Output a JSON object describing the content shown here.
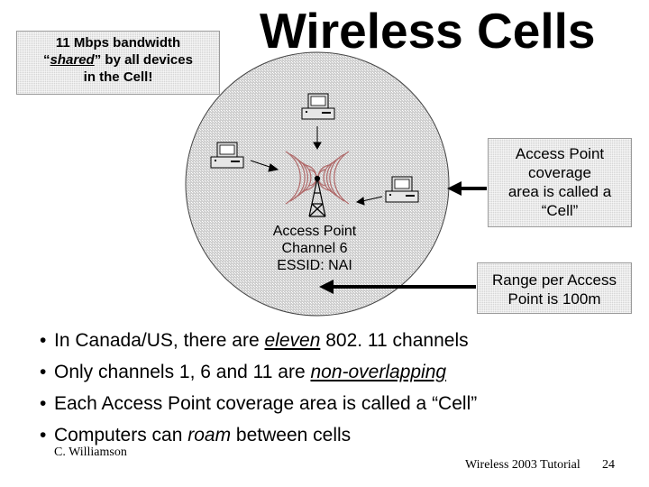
{
  "title": "Wireless Cells",
  "note": {
    "line1": "11 Mbps bandwidth",
    "line2_open": "“",
    "line2_em": "shared",
    "line2_rest": "” by all devices",
    "line3": "in the Cell!"
  },
  "access_point": {
    "line1": "Access Point",
    "line2": "Channel 6",
    "line3": "ESSID: NAI"
  },
  "callout_cell": {
    "line1": "Access Point",
    "line2": "coverage",
    "line3": "area is called a",
    "line4": "“Cell”"
  },
  "callout_range": {
    "line1": "Range per Access",
    "line2": "Point is 100m"
  },
  "bullets": {
    "b1_pre": "In Canada/US, there are ",
    "b1_em": "eleven",
    "b1_post": " 802. 11 channels",
    "b2_pre": "Only channels 1, 6 and 11 are ",
    "b2_em": "non-overlapping",
    "b3": "Each Access Point coverage area is called a “Cell”",
    "b4_pre": "Computers can ",
    "b4_em": "roam",
    "b4_post": " between cells"
  },
  "bullet_symbol": "•",
  "footer": {
    "author": "C. Williamson",
    "title": "Wireless 2003 Tutorial",
    "page": "24"
  },
  "icons": [
    "computer-icon",
    "antenna-icon",
    "radio-wave-icon",
    "arrow-icon"
  ],
  "colors": {
    "hatch_fill": "#d6d6d6",
    "antenna_waves": "#b06a6a",
    "text": "#000000"
  }
}
